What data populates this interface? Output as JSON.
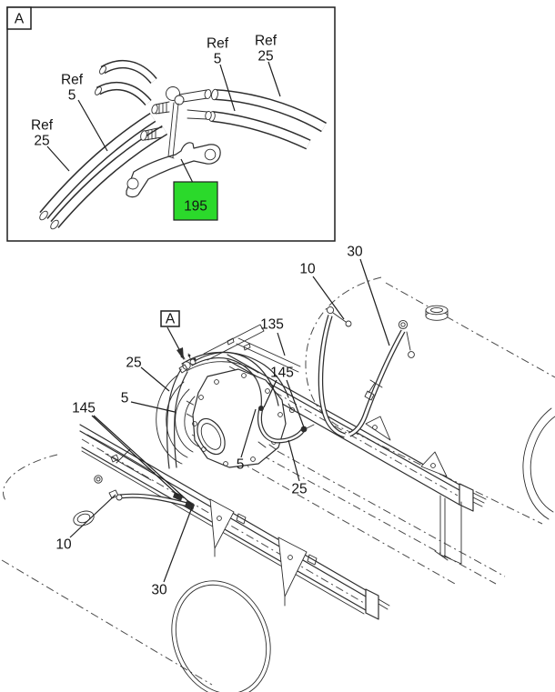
{
  "colors": {
    "background": "#ffffff",
    "line": "#2e2e2e",
    "phantom_line": "#4a4a4a",
    "highlight_fill": "#2bd92b",
    "text": "#141414"
  },
  "inset": {
    "marker_label": "A",
    "callouts": [
      {
        "name": "ref-5-left",
        "line1": "Ref",
        "line2": "5"
      },
      {
        "name": "ref-25-left",
        "line1": "Ref",
        "line2": "25"
      },
      {
        "name": "ref-5-right",
        "line1": "Ref",
        "line2": "5"
      },
      {
        "name": "ref-25-right",
        "line1": "Ref",
        "line2": "25"
      }
    ],
    "highlight_callout": {
      "label": "195"
    }
  },
  "main": {
    "detail_marker_label": "A",
    "callouts": [
      {
        "name": "30-top",
        "label": "30"
      },
      {
        "name": "10-top",
        "label": "10"
      },
      {
        "name": "135",
        "label": "135"
      },
      {
        "name": "25-left",
        "label": "25"
      },
      {
        "name": "5-left",
        "label": "5"
      },
      {
        "name": "145-left",
        "label": "145"
      },
      {
        "name": "145-right",
        "label": "145"
      },
      {
        "name": "5-center",
        "label": "5"
      },
      {
        "name": "25-right",
        "label": "25"
      },
      {
        "name": "10-bottom",
        "label": "10"
      },
      {
        "name": "30-bottom",
        "label": "30"
      }
    ]
  }
}
